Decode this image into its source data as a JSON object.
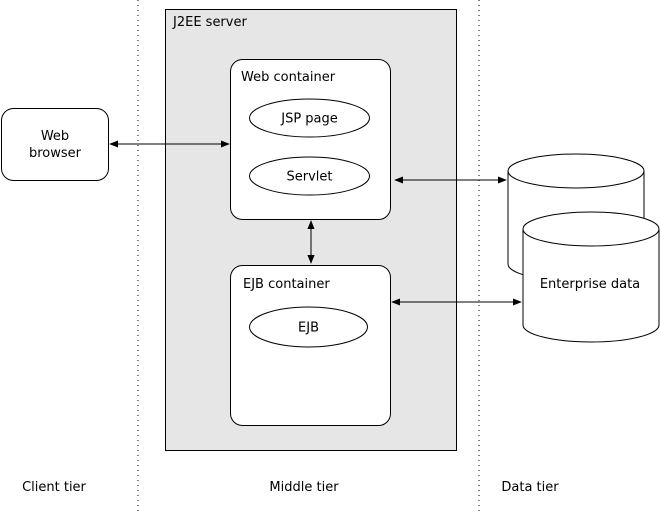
{
  "client_tier": {
    "tier_label": "Client tier",
    "web_browser": {
      "line1": "Web",
      "line2": "browser"
    }
  },
  "middle_tier": {
    "tier_label": "Middle tier",
    "server_label": "J2EE server",
    "web_container": {
      "label": "Web container",
      "components": [
        "JSP page",
        "Servlet"
      ]
    },
    "ejb_container": {
      "label": "EJB container",
      "components": [
        "EJB"
      ]
    }
  },
  "data_tier": {
    "tier_label": "Data tier",
    "store_label": "Enterprise data"
  },
  "colors": {
    "server_fill": "#e6e6e6",
    "stroke": "#000000",
    "box_fill": "#ffffff"
  }
}
